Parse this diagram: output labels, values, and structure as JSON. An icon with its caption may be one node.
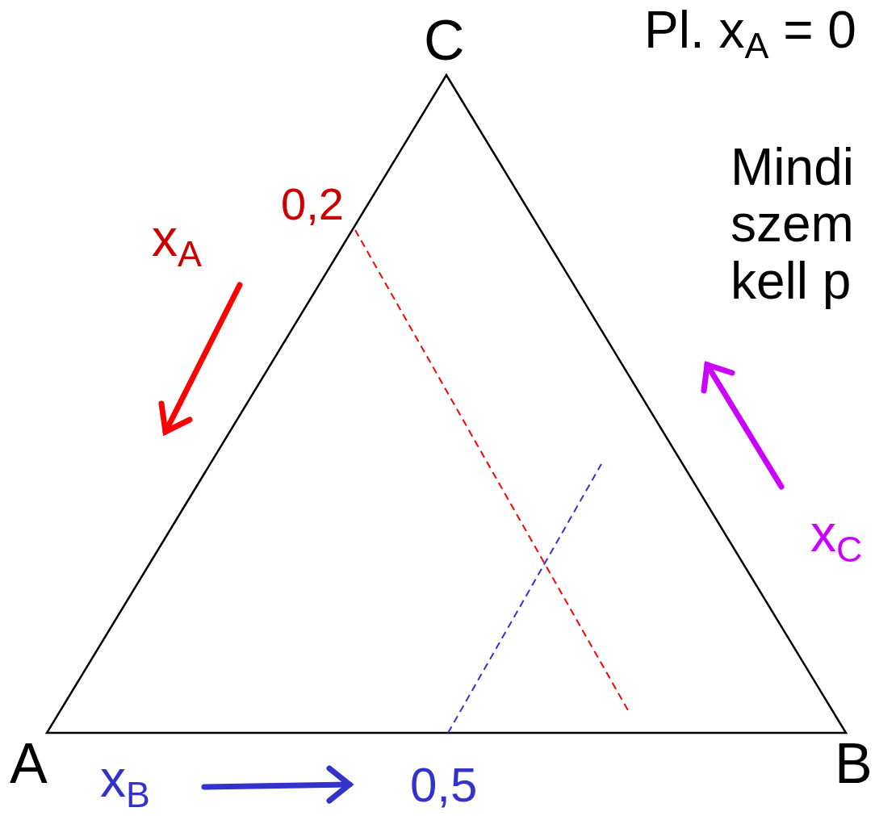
{
  "diagram": {
    "labels": [
      "C",
      "Pl. x$_{A}$ = 0",
      "Mindi szem kell p",
      "0,2",
      "x$_{A}$",
      "x$_{C}$",
      "A",
      "x$_{B}$",
      "0,5",
      "B"
    ]
  }
}
